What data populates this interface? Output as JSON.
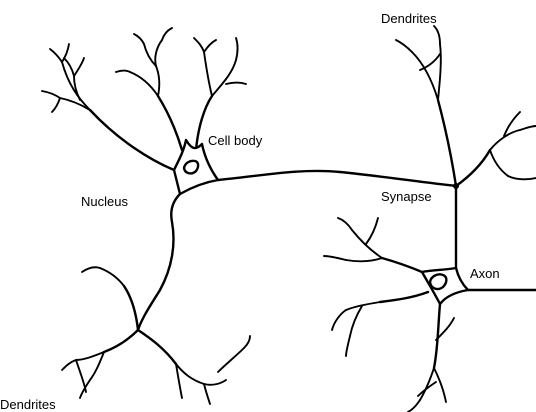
{
  "labels": {
    "dendrites_top": "Dendrites",
    "cell_body": "Cell body",
    "nucleus": "Nucleus",
    "synapse": "Synapse",
    "axon": "Axon",
    "dendrites_bottom": "Dendrites"
  }
}
